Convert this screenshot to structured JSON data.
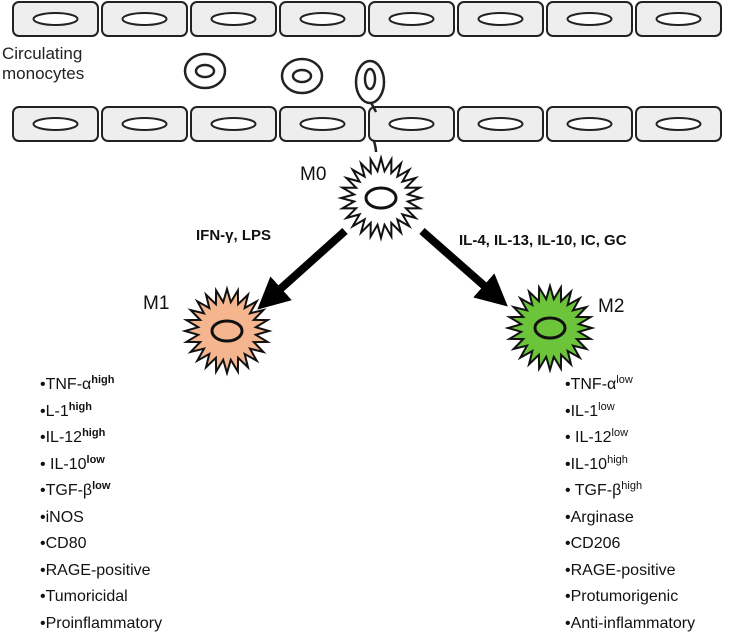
{
  "labels": {
    "circulating_line1": "Circulating",
    "circulating_line2": "monocytes",
    "m0": "M0",
    "m1": "M1",
    "m2": "M2",
    "m1_stimuli": "IFN-γ, LPS",
    "m2_stimuli": "IL-4, IL-13, IL-10, IC, GC"
  },
  "colors": {
    "m1_fill": "#f4b58f",
    "m2_fill": "#6cc43a",
    "vessel_cell": "#eeeeee"
  },
  "m1_markers": [
    {
      "text": "•TNF-α",
      "sup": "high"
    },
    {
      "text": "•L-1",
      "sup": "high"
    },
    {
      "text": "•IL-12",
      "sup": "high"
    },
    {
      "text": "• IL-10",
      "sup": "low"
    },
    {
      "text": "•TGF-β",
      "sup": "low"
    },
    {
      "text": "•iNOS",
      "sup": ""
    },
    {
      "text": "•CD80",
      "sup": ""
    },
    {
      "text": "•RAGE-positive",
      "sup": ""
    },
    {
      "text": "•Tumoricidal",
      "sup": ""
    },
    {
      "text": "•Proinflammatory",
      "sup": ""
    }
  ],
  "m2_markers": [
    {
      "text": "•TNF-α",
      "sup": "low"
    },
    {
      "text": "•IL-1",
      "sup": "low"
    },
    {
      "text": "• IL-12",
      "sup": "low"
    },
    {
      "text": "•IL-10",
      "sup": "high"
    },
    {
      "text": "• TGF-β",
      "sup": "high"
    },
    {
      "text": "•Arginase",
      "sup": ""
    },
    {
      "text": "•CD206",
      "sup": ""
    },
    {
      "text": "•RAGE-positive",
      "sup": ""
    },
    {
      "text": "•Protumorigenic",
      "sup": ""
    },
    {
      "text": "•Anti-inflammatory",
      "sup": ""
    }
  ]
}
